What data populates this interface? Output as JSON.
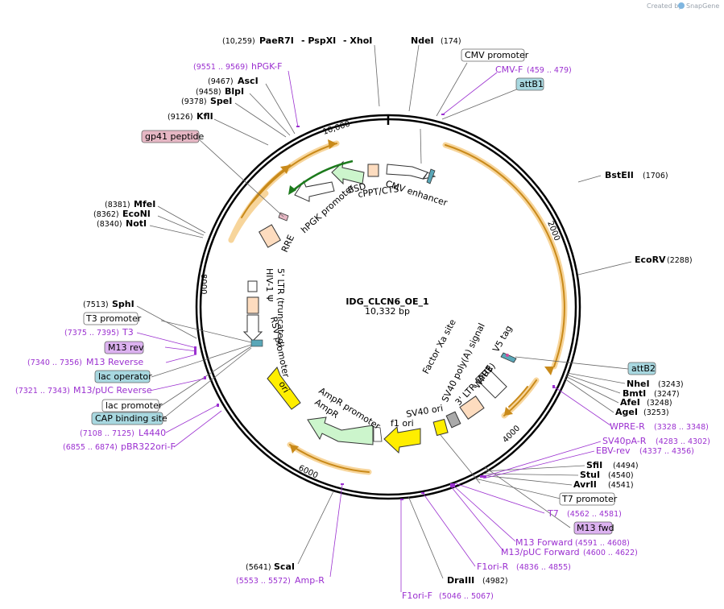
{
  "credit": {
    "prefix": "Created by",
    "brand": "SnapGene"
  },
  "center": {
    "name": "IDG_CLCN6_OE_1",
    "length": "10,332 bp"
  },
  "ticks": [
    "10,000",
    "2000",
    "4000",
    "6000",
    "8000"
  ],
  "enzymes": {
    "paeR7I": {
      "pos": "(10,259)",
      "name": "PaeR7I"
    },
    "pspXI": {
      "name": "PspXI"
    },
    "xhoI": {
      "name": "XhoI"
    },
    "ndeI": {
      "name": "NdeI",
      "pos": "(174)"
    },
    "ascI": {
      "pos": "(9467)",
      "name": "AscI"
    },
    "blpI": {
      "pos": "(9458)",
      "name": "BlpI"
    },
    "speI": {
      "pos": "(9378)",
      "name": "SpeI"
    },
    "kflI": {
      "pos": "(9126)",
      "name": "KflI"
    },
    "bstEII": {
      "name": "BstEII",
      "pos": "(1706)"
    },
    "ecoRV": {
      "name": "EcoRV",
      "pos": "(2288)"
    },
    "mfeI": {
      "pos": "(8381)",
      "name": "MfeI"
    },
    "ecoNI": {
      "pos": "(8362)",
      "name": "EcoNI"
    },
    "notI": {
      "pos": "(8340)",
      "name": "NotI"
    },
    "sphI": {
      "pos": "(7513)",
      "name": "SphI"
    },
    "nheI": {
      "name": "NheI",
      "pos": "(3243)"
    },
    "bmtI": {
      "name": "BmtI",
      "pos": "(3247)"
    },
    "afeI": {
      "name": "AfeI",
      "pos": "(3248)"
    },
    "ageI": {
      "name": "AgeI",
      "pos": "(3253)"
    },
    "sfiI": {
      "name": "SfiI",
      "pos": "(4494)"
    },
    "stuI": {
      "name": "StuI",
      "pos": "(4540)"
    },
    "avrII": {
      "name": "AvrII",
      "pos": "(4541)"
    },
    "scaI": {
      "pos": "(5641)",
      "name": "ScaI"
    },
    "draIII": {
      "name": "DraIII",
      "pos": "(4982)"
    }
  },
  "primers": {
    "hpgkF": {
      "pos": "(9551 .. 9569)",
      "name": "hPGK-F"
    },
    "cmvF": {
      "name": "CMV-F",
      "pos": "(459 .. 479)"
    },
    "t3": {
      "pos": "(7375 .. 7395)",
      "name": "T3"
    },
    "m13rev": {
      "pos": "(7340 .. 7356)",
      "name": "M13 Reverse"
    },
    "m13pucrev": {
      "pos": "(7321 .. 7343)",
      "name": "M13/pUC Reverse"
    },
    "l4440": {
      "pos": "(7108 .. 7125)",
      "name": "L4440"
    },
    "pbr322": {
      "pos": "(6855 .. 6874)",
      "name": "pBR322ori-F"
    },
    "wpreR": {
      "name": "WPRE-R",
      "pos": "(3328 .. 3348)"
    },
    "sv40paR": {
      "name": "SV40pA-R",
      "pos": "(4283 .. 4302)"
    },
    "ebvRev": {
      "name": "EBV-rev",
      "pos": "(4337 .. 4356)"
    },
    "t7": {
      "name": "T7",
      "pos": "(4562 .. 4581)"
    },
    "m13fwd": {
      "name": "M13 Forward",
      "pos": "(4591 .. 4608)"
    },
    "m13pucfwd": {
      "name": "M13/pUC Forward",
      "pos": "(4600 .. 4622)"
    },
    "f1oriR": {
      "name": "F1ori-R",
      "pos": "(4836 .. 4855)"
    },
    "f1oriF": {
      "name": "F1ori-F",
      "pos": "(5046 .. 5067)"
    },
    "ampR": {
      "pos": "(5553 .. 5572)",
      "name": "Amp-R"
    }
  },
  "boxes": {
    "cmvPromoter": "CMV promoter",
    "attB1": "attB1",
    "gp41": "gp41 peptide",
    "t3Promoter": "T3 promoter",
    "m13revBox": "M13 rev",
    "lacOperator": "lac operator",
    "lacPromoter": "lac promoter",
    "capSite": "CAP binding site",
    "attB2": "attB2",
    "t7Promoter": "T7 promoter",
    "m13fwdBox": "M13 fwd"
  },
  "features": {
    "cmvEnhancer": "CMV enhancer",
    "cppt": "cPPT/CTS",
    "bsd": "BSD",
    "hpgk": "hPGK promoter",
    "rre": "RRE",
    "hivPsi": "HIV-1 Ψ",
    "ltr5": "5' LTR (truncated)",
    "rsv": "RSV promoter",
    "ori": "ori",
    "ampRPromoter": "AmpR promoter",
    "ampR": "AmpR",
    "f1ori": "f1 ori",
    "sv40ori": "SV40 ori",
    "sv40polyA": "SV40 poly(A) signal",
    "ltr3": "3' LTR (ΔU3)",
    "wpre": "WPRE",
    "factorXa": "Factor Xa site",
    "v5tag": "V5 tag"
  },
  "colors": {
    "promoter": "#ffffff",
    "misc": "#fddcbf",
    "cds": "#ccf5cc",
    "ori": "#ffee00",
    "orf": "#f4b24f",
    "primer": "#9b30d0",
    "bindingSite": "#a8d8e0",
    "gp41": "#e6b7c4",
    "m13": "#dcb2f0"
  }
}
